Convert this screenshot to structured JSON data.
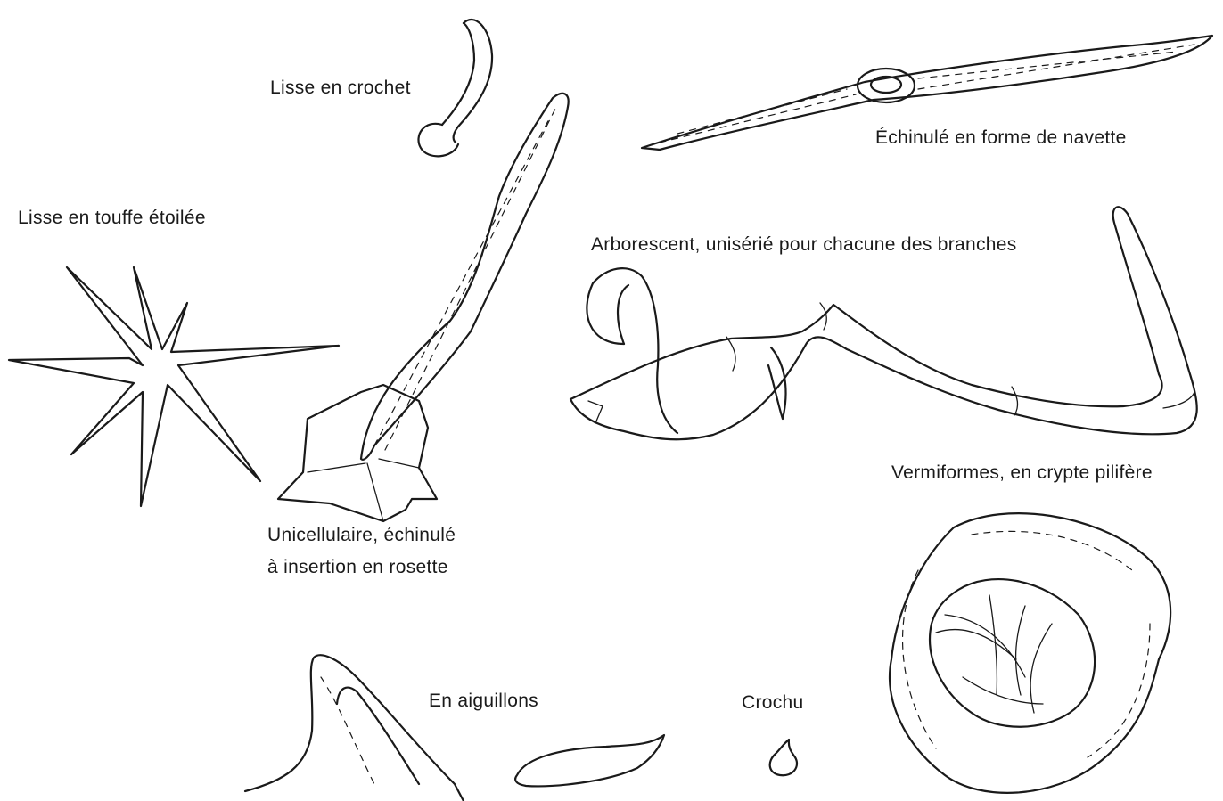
{
  "labels": {
    "lisse_crochet": "Lisse en crochet",
    "echinule_navette": "Échinulé en forme de navette",
    "lisse_touffe": "Lisse en touffe étoilée",
    "arborescent": "Arborescent, unisérié pour chacune des branches",
    "vermiformes": "Vermiformes, en crypte pilifère",
    "unicellulaire_line1": "Unicellulaire, échinulé",
    "unicellulaire_line2": "à insertion en rosette",
    "aiguillons": "En aiguillons",
    "crochu": "Crochu"
  }
}
